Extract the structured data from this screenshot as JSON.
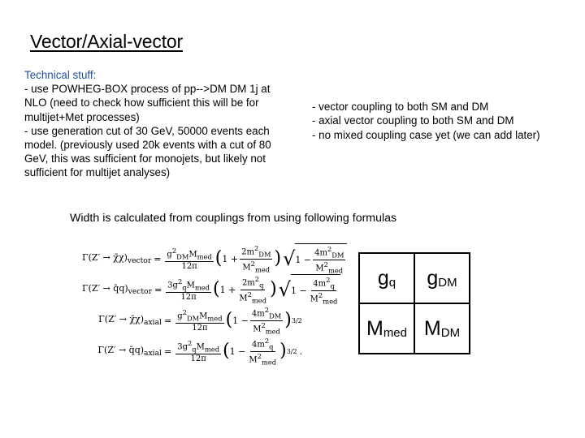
{
  "slide": {
    "title": "Vector/Axial-vector",
    "technical": {
      "heading": "Technical stuff:",
      "lines": [
        "- use POWHEG-BOX process of pp-->DM DM 1j at NLO (need to check how sufficient this will be for multijet+Met processes)",
        "- use generation cut of 30 GeV, 50000 events each model. (previously used 20k events with a cut of 80 GeV, this was sufficient for monojets, but likely not sufficient for multijet analyses)"
      ]
    },
    "coupling_notes": [
      "- vector coupling to both SM and DM",
      "- axial vector coupling to both SM and DM",
      "- no mixed coupling case yet (we can add later)"
    ],
    "width_text": "Width is calculated from couplings from using following formulas",
    "formulas": [
      {
        "lhs": "Γ(Z′ → χ̄χ)vector",
        "num1": "g²DM Mmed",
        "den1": "12π",
        "term": "1 + 2m²DM / M²med",
        "root": "1 − 4m²DM / M²med",
        "power": ""
      },
      {
        "lhs": "Γ(Z′ → q̄q)vector",
        "num1": "3g²q Mmed",
        "den1": "12π",
        "term": "1 + 2m²q / M²med",
        "root": "1 − 4m²q / M²med",
        "power": ""
      },
      {
        "lhs": "Γ(Z′ → χ̄χ)axial",
        "num1": "g²DM Mmed",
        "den1": "12π",
        "term": "1 − 4m²DM / M²med",
        "root": "",
        "power": "3/2"
      },
      {
        "lhs": "Γ(Z′ → q̄q)axial",
        "num1": "3g²q Mmed",
        "den1": "12π",
        "term": "1 − 4m²q / M²med",
        "root": "",
        "power": "3/2"
      }
    ],
    "grid": [
      [
        {
          "main": "g",
          "sub": "q"
        },
        {
          "main": "g",
          "sub": "DM"
        }
      ],
      [
        {
          "main": "M",
          "sub": "med"
        },
        {
          "main": "M",
          "sub": "DM"
        }
      ]
    ]
  }
}
